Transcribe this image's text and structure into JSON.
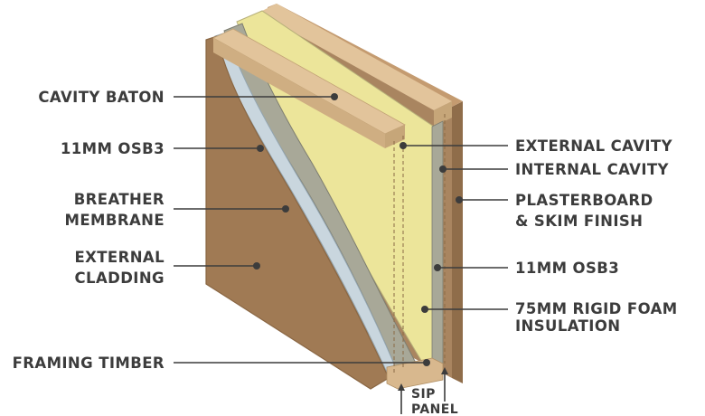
{
  "labels_left": {
    "cavity_baton": "CAVITY BATON",
    "osb_outer": "11MM OSB3",
    "breather_1": "BREATHER",
    "breather_2": "MEMBRANE",
    "cladding_1": "EXTERNAL",
    "cladding_2": "CLADDING",
    "framing_timber": "FRAMING TIMBER"
  },
  "labels_right": {
    "external_cavity": "EXTERNAL CAVITY",
    "internal_cavity": "INTERNAL CAVITY",
    "plasterboard_1": "PLASTERBOARD",
    "plasterboard_2": "& SKIM FINISH",
    "osb_inner": "11MM OSB3",
    "foam_1": "75MM RIGID FOAM",
    "foam_2": "INSULATION"
  },
  "sip_label": {
    "line1": "SIP",
    "line2": "PANEL"
  },
  "colors": {
    "cladding": "#a07a54",
    "cladding_edge": "#8a6744",
    "membrane": "#c9d6de",
    "osb": "#a8a898",
    "foam": "#ece59a",
    "timber": "#d8b88e",
    "text": "#3c3c3c"
  }
}
